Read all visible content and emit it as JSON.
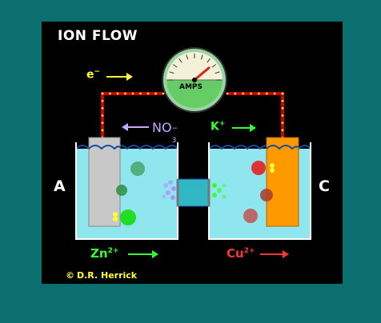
{
  "title": "ION FLOW",
  "electrode_left_label": "A",
  "electrode_right_label": "C",
  "electron": {
    "symbol": "e",
    "charge": "−"
  },
  "anion": {
    "symbol": "NO",
    "subscript": "3",
    "charge": "−"
  },
  "cation_salt": {
    "symbol": "K",
    "charge": "+"
  },
  "anode_ion": {
    "symbol": "Zn",
    "charge": "2+"
  },
  "cathode_ion": {
    "symbol": "Cu",
    "charge": "2+"
  },
  "meter_label": "AMPS",
  "credit": {
    "symbol": "©",
    "text": "D.R. Herrick"
  },
  "colors": {
    "background": "#0b6f6f",
    "panel": "#000000",
    "solution": "#8fe6ef",
    "zinc_electrode": "#c8c8c8",
    "copper_electrode": "#ff9900",
    "wire": "#cc0000",
    "zinc_ion": "#33cc33",
    "copper_ion": "#cc3333",
    "nitrate": "#b090ff",
    "potassium": "#33ff33",
    "electron": "#ffff33"
  }
}
